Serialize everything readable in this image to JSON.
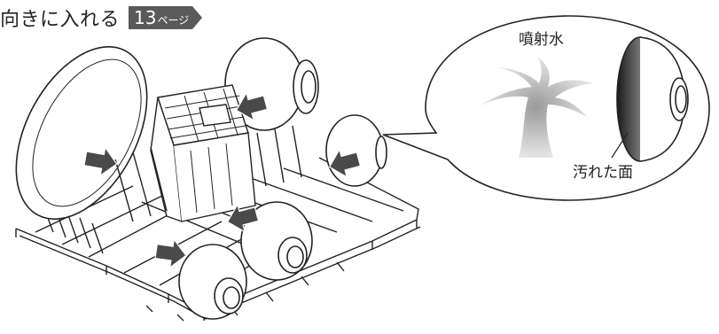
{
  "header": {
    "text": "向きに入れる",
    "page_ref_number": "13",
    "page_ref_unit": "ページ"
  },
  "callout": {
    "spray_label": "噴射水",
    "dirty_surface_label": "汚れた面"
  },
  "colors": {
    "page_ref_bg": "#5a5a5a",
    "arrow": "#4a4a4a",
    "line": "#222222"
  },
  "icons": [
    "direction-arrow-icon"
  ]
}
